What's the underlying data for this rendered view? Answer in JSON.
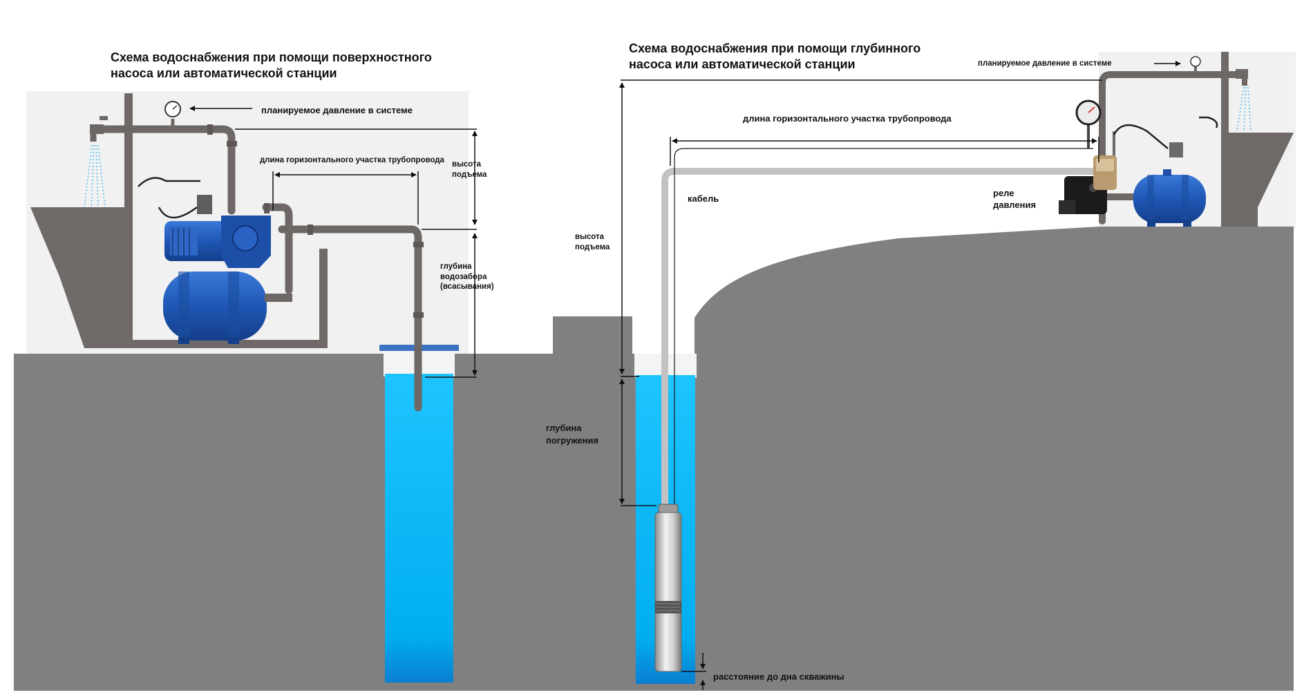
{
  "left": {
    "title_line1": "Схема водоснабжения при помощи поверхностного",
    "title_line2": "насоса или автоматической станции",
    "pressure": "планируемое давление в системе",
    "horizontal": "длина горизонтального участка трубопровода",
    "lift_line1": "высота",
    "lift_line2": "подъема",
    "intake_line1": "глубина",
    "intake_line2": "водозабора",
    "intake_line3": "(всасывания)"
  },
  "right": {
    "title_line1": "Схема водоснабжения при помощи глубинного",
    "title_line2": "насоса или автоматической станции",
    "pressure": "планируемое давление в системе",
    "horizontal": "длина горизонтального участка трубопровода",
    "cable": "кабель",
    "relay_line1": "реле",
    "relay_line2": "давления",
    "lift_line1": "высота",
    "lift_line2": "подъема",
    "immersion_line1": "глубина",
    "immersion_line2": "погружения",
    "bottom": "расстояние до дна скважины"
  },
  "colors": {
    "ground": "#808080",
    "wall": "#6f6a68",
    "pipe": "#6d6765",
    "water": "#00b4f0",
    "pump_blue": "#1f57b5",
    "cable": "#c2c2c2"
  },
  "icons": [
    "faucet-icon",
    "pressure-gauge-icon",
    "water-spray-icon",
    "pump-station-icon",
    "pressure-relay-icon",
    "submersible-pump-icon",
    "hydro-accumulator-icon"
  ]
}
